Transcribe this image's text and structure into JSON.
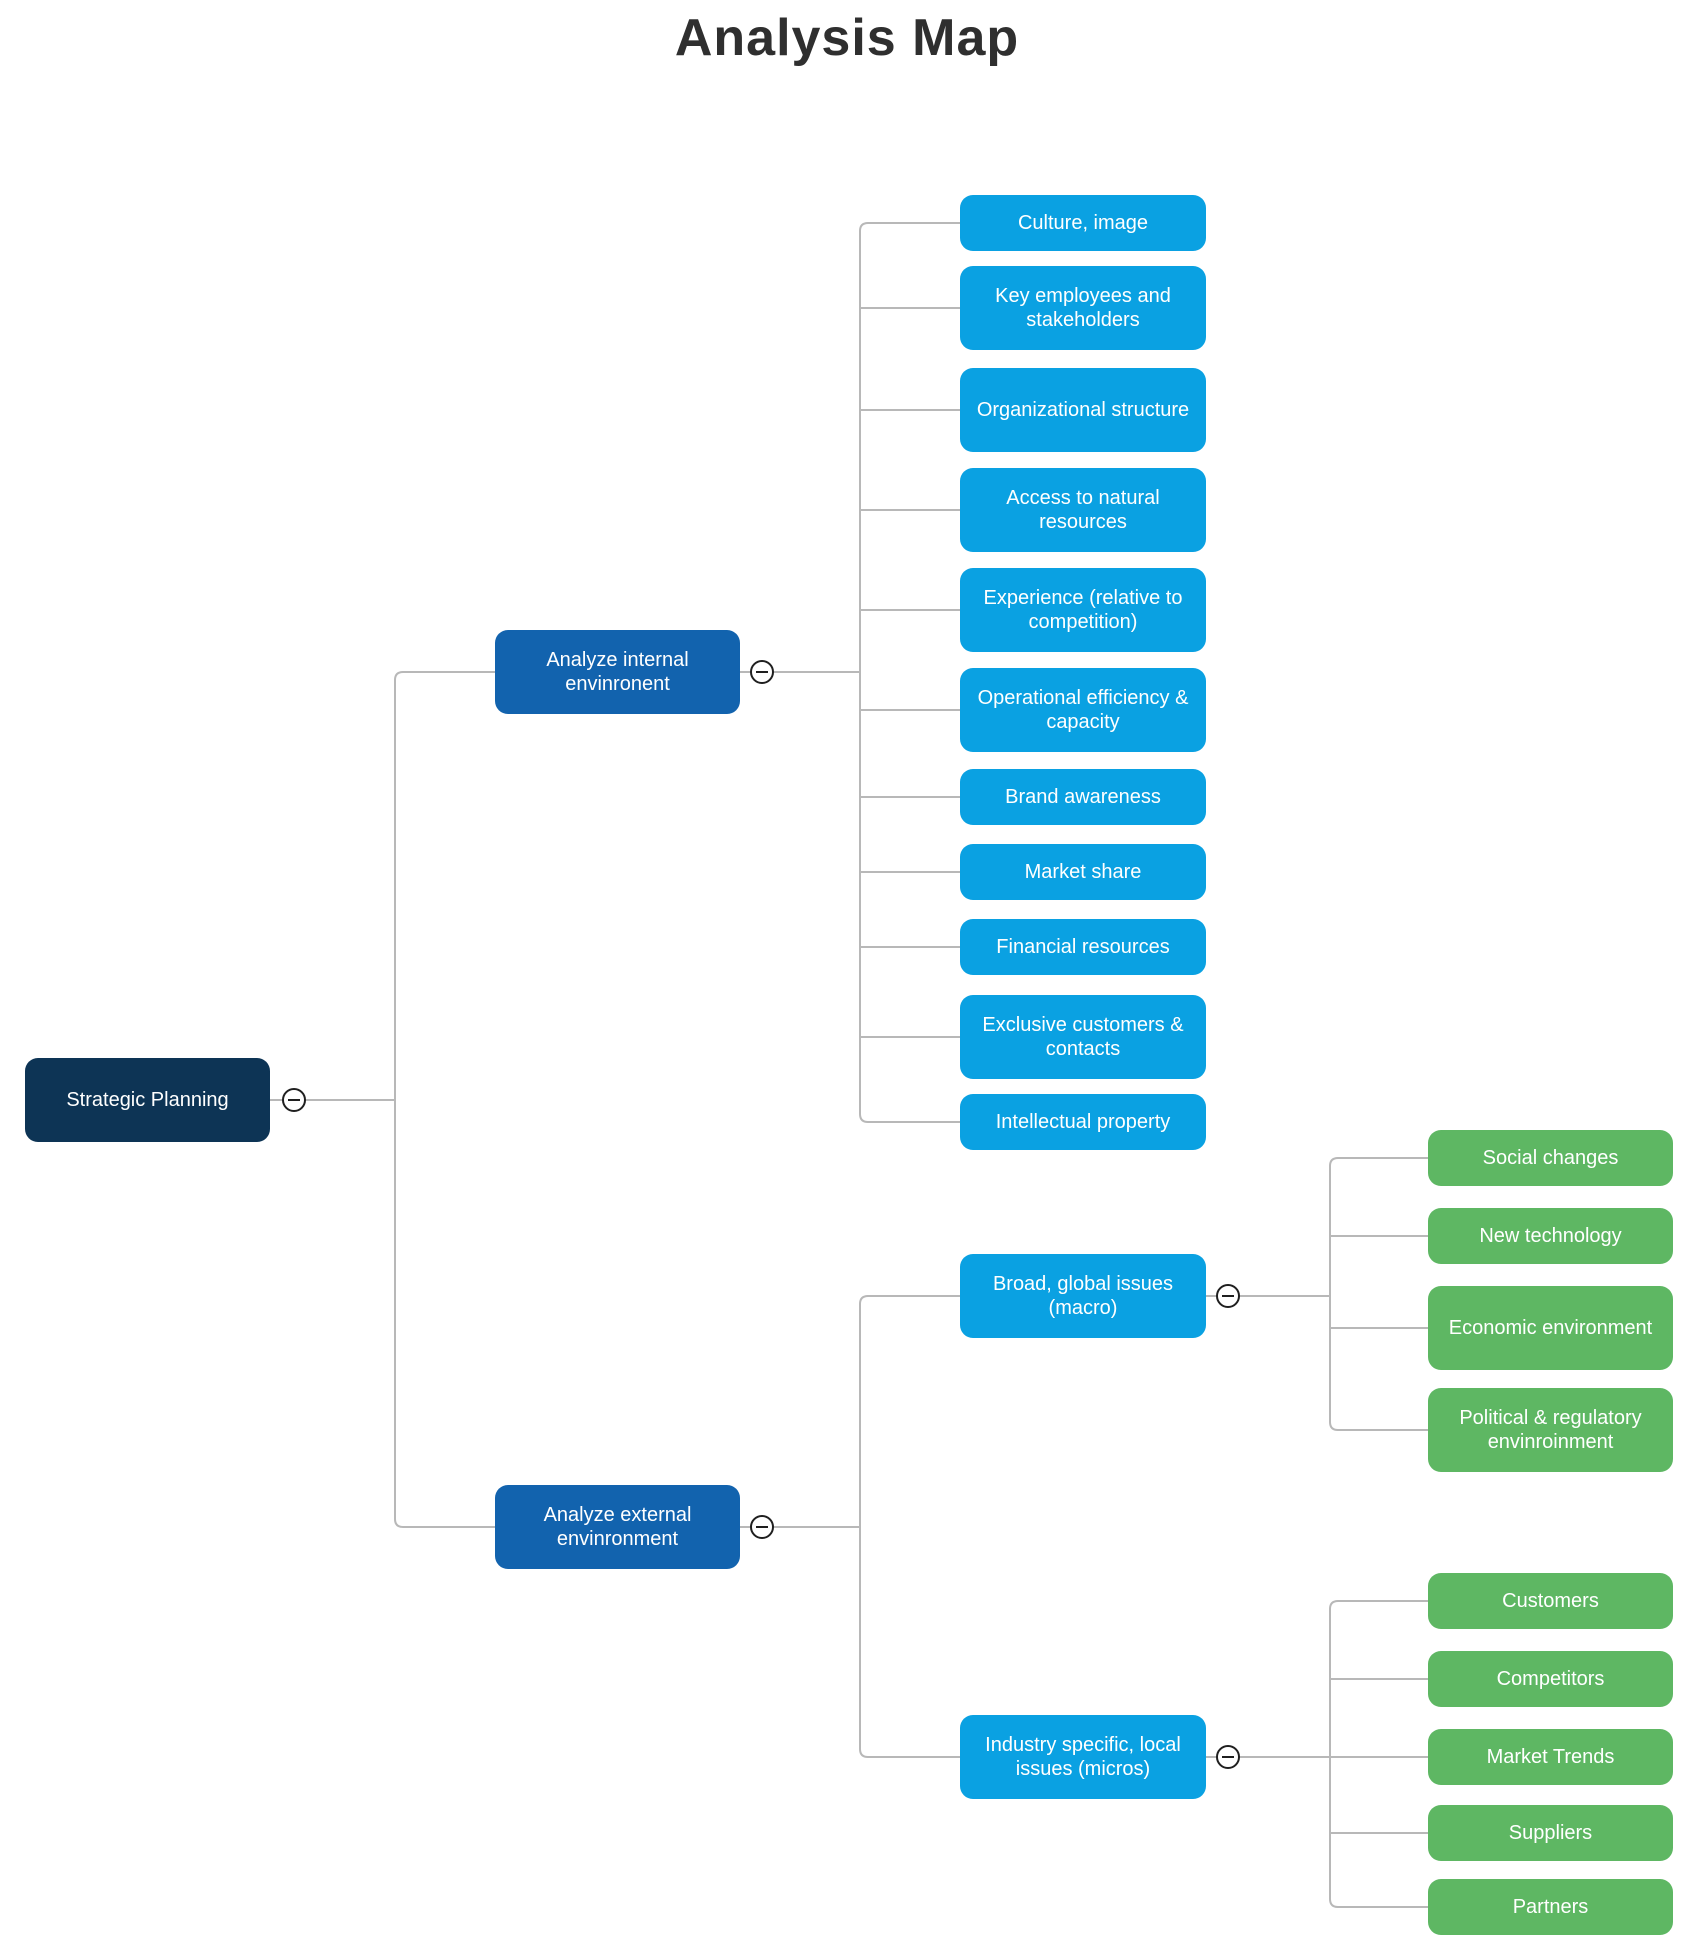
{
  "title": "Analysis Map",
  "colors": {
    "root_node": "#0d3455",
    "branch_node": "#1263ae",
    "subtopic_node": "#0aa1e2",
    "leaf_node": "#5eb763",
    "connector": "#b8b8b8",
    "title_text": "#2f2f2f",
    "node_text": "#ffffff"
  },
  "icons": {
    "collapse": "minus-circle"
  },
  "root": {
    "label": "Strategic Planning"
  },
  "branches": [
    {
      "label": "Analyze internal envinronent",
      "children": [
        "Culture, image",
        "Key employees and stakeholders",
        "Organizational structure",
        "Access to natural resources",
        "Experience (relative to competition)",
        "Operational efficiency & capacity",
        "Brand awareness",
        "Market share",
        "Financial resources",
        "Exclusive customers & contacts",
        "Intellectual property"
      ]
    },
    {
      "label": "Analyze external envinronment",
      "children": [
        {
          "label": "Broad, global issues (macro)",
          "children": [
            "Social changes",
            "New technology",
            "Economic environment",
            "Political & regulatory envinroinment"
          ]
        },
        {
          "label": "Industry specific, local issues (micros)",
          "children": [
            "Customers",
            "Competitors",
            "Market Trends",
            "Suppliers",
            "Partners"
          ]
        }
      ]
    }
  ]
}
